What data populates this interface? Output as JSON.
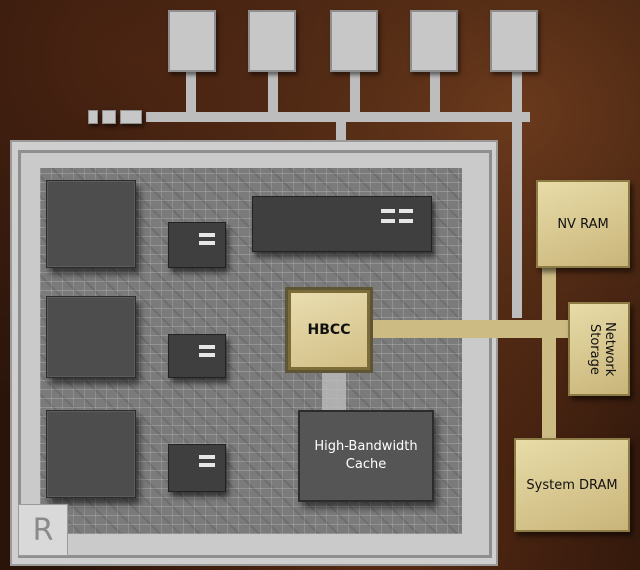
{
  "labels": {
    "hbcc": "HBCC",
    "cache": "High-Bandwidth Cache",
    "nv_ram": "NV RAM",
    "network_storage": "Network Storage",
    "system_dram": "System DRAM",
    "logo": "R"
  },
  "colors": {
    "gold": "#d6c48c",
    "chip": "#4d4d4d",
    "board": "#cfcfcf"
  }
}
